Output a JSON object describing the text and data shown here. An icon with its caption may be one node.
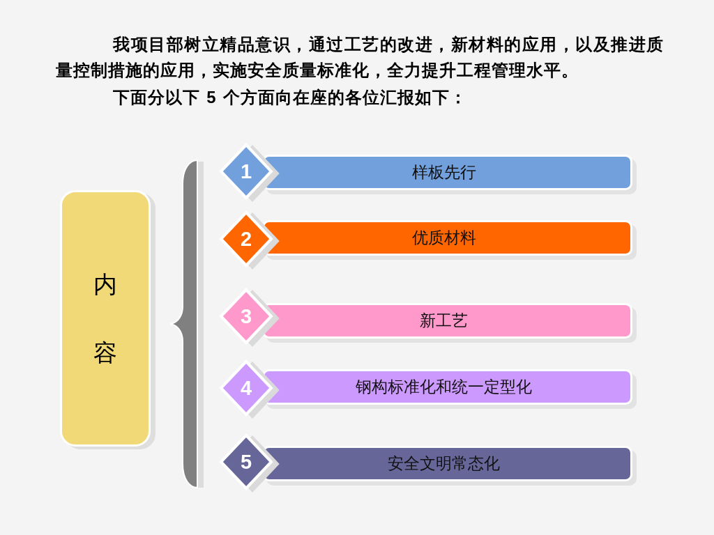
{
  "diagram": {
    "nodes": [
      {
        "text": [
          "内容"
        ]
      },
      {
        "text": [
          "1"
        ]
      },
      {
        "text": [
          "样板先行"
        ]
      },
      {
        "text": [
          "2"
        ]
      },
      {
        "text": [
          "优质材料"
        ]
      },
      {
        "text": [
          "3"
        ]
      },
      {
        "text": [
          "新工艺"
        ]
      },
      {
        "text": [
          "4"
        ]
      },
      {
        "text": [
          "钢构标准化和统一定型化"
        ]
      },
      {
        "text": [
          "5"
        ]
      },
      {
        "text": [
          "安全文明常态化"
        ]
      }
    ],
    "labels": [
      "我项目部树立精品意识，通过工艺的改进，新材料的应用，以及推进质量控制措施的应用，实施安全质量标准化，全力提升工程管理水平。",
      "下面分以下 **5** 个方面向在座的各位汇报如下："
    ]
  }
}
